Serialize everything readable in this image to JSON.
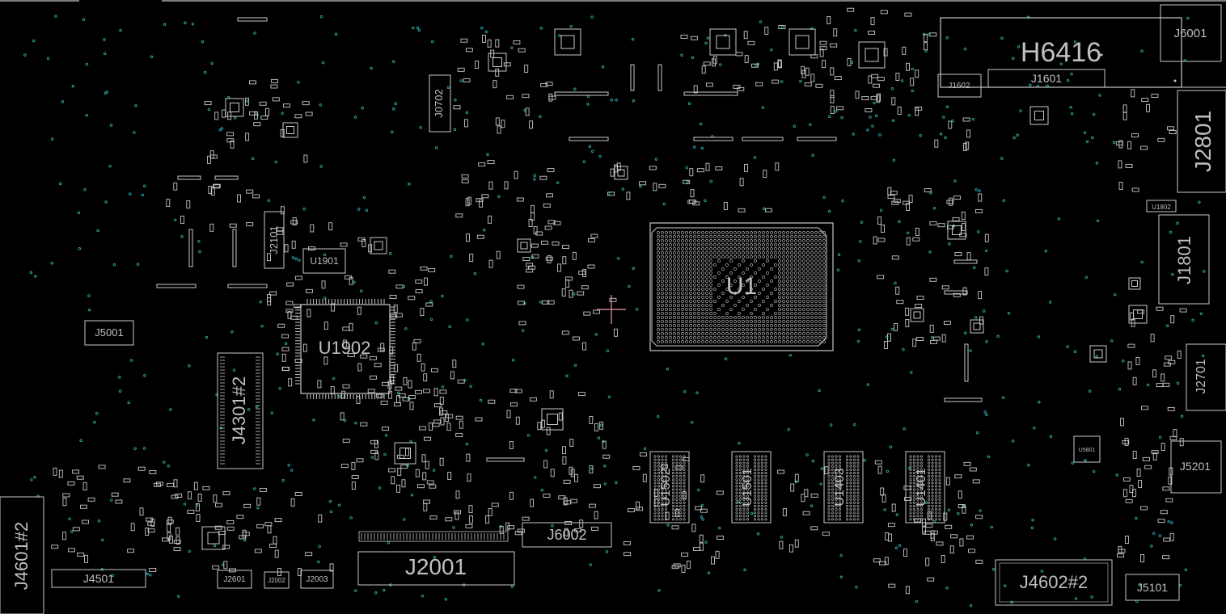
{
  "colors": {
    "background": "#000000",
    "outline": "#c8c8c8",
    "pad": "#d0d0d0",
    "via": "#2aa6a8",
    "cursor": "#c8858b"
  },
  "components": [
    {
      "ref": "H6416"
    },
    {
      "ref": "J6001"
    },
    {
      "ref": "J1601"
    },
    {
      "ref": "J1602"
    },
    {
      "ref": "J2801"
    },
    {
      "ref": "J0702"
    },
    {
      "ref": "J2101"
    },
    {
      "ref": "U1901"
    },
    {
      "ref": "U1902"
    },
    {
      "ref": "U1"
    },
    {
      "ref": "J5001"
    },
    {
      "ref": "J4301#2"
    },
    {
      "ref": "U1802"
    },
    {
      "ref": "J1801"
    },
    {
      "ref": "J2701"
    },
    {
      "ref": "U5801"
    },
    {
      "ref": "J5201"
    },
    {
      "ref": "U1502"
    },
    {
      "ref": "U1501"
    },
    {
      "ref": "U1403"
    },
    {
      "ref": "U1401"
    },
    {
      "ref": "J6002"
    },
    {
      "ref": "J2001"
    },
    {
      "ref": "J4601#2"
    },
    {
      "ref": "J4501"
    },
    {
      "ref": "J2601"
    },
    {
      "ref": "J2002"
    },
    {
      "ref": "J2003"
    },
    {
      "ref": "J4602#2"
    },
    {
      "ref": "J5101"
    }
  ]
}
